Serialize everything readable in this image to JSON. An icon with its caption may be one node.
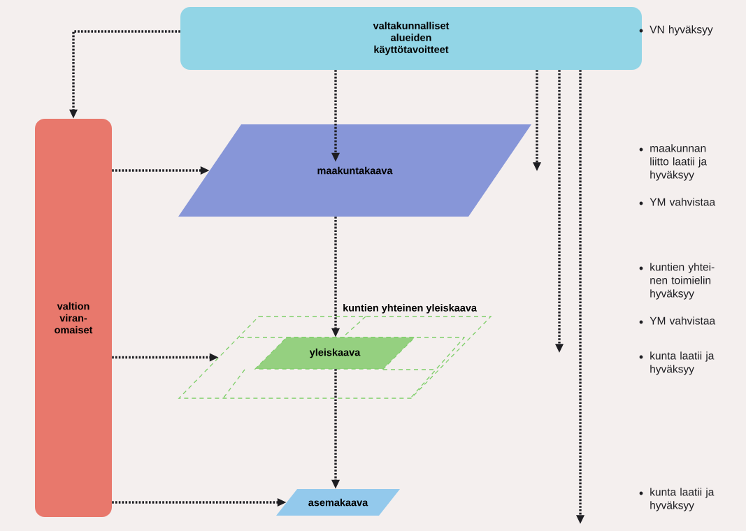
{
  "diagram": {
    "nodes": [
      {
        "text": [
          "valtakunnalliset alueiden käyttötavoitteet"
        ]
      },
      {
        "text": [
          "valtion viran- omaiset"
        ]
      },
      {
        "text": [
          "maakuntakaava"
        ]
      },
      {
        "text": [
          "kuntien yhteinen yleiskaava"
        ]
      },
      {
        "text": [
          "yleiskaava"
        ],
        "in": 3
      },
      {
        "text": [
          "asemakaava"
        ]
      }
    ],
    "edges": [
      {
        "from": 0,
        "to": 1,
        "arrow": "to"
      },
      {
        "from": 0,
        "to": 2,
        "arrow": "to"
      },
      {
        "from": 0,
        "to": null,
        "arrow": "to"
      },
      {
        "from": 0,
        "to": null,
        "arrow": "to"
      },
      {
        "from": 0,
        "to": null,
        "arrow": "to"
      },
      {
        "from": 1,
        "to": 2,
        "arrow": "to"
      },
      {
        "from": 2,
        "to": 4,
        "arrow": "to"
      },
      {
        "from": 1,
        "to": 3,
        "arrow": "to"
      },
      {
        "from": 4,
        "to": 5,
        "arrow": "to"
      },
      {
        "from": 1,
        "to": 5,
        "arrow": "to"
      }
    ],
    "labels": [
      "VN hyväksyy",
      "maakunnan liitto laatii ja hyväksyy",
      "YM vahvistaa",
      "kuntien yhtei- nen toimielin hyväksyy",
      "YM vahvistaa",
      "kunta laatii ja hyväksyy",
      "kunta laatii ja hyväksyy"
    ]
  }
}
